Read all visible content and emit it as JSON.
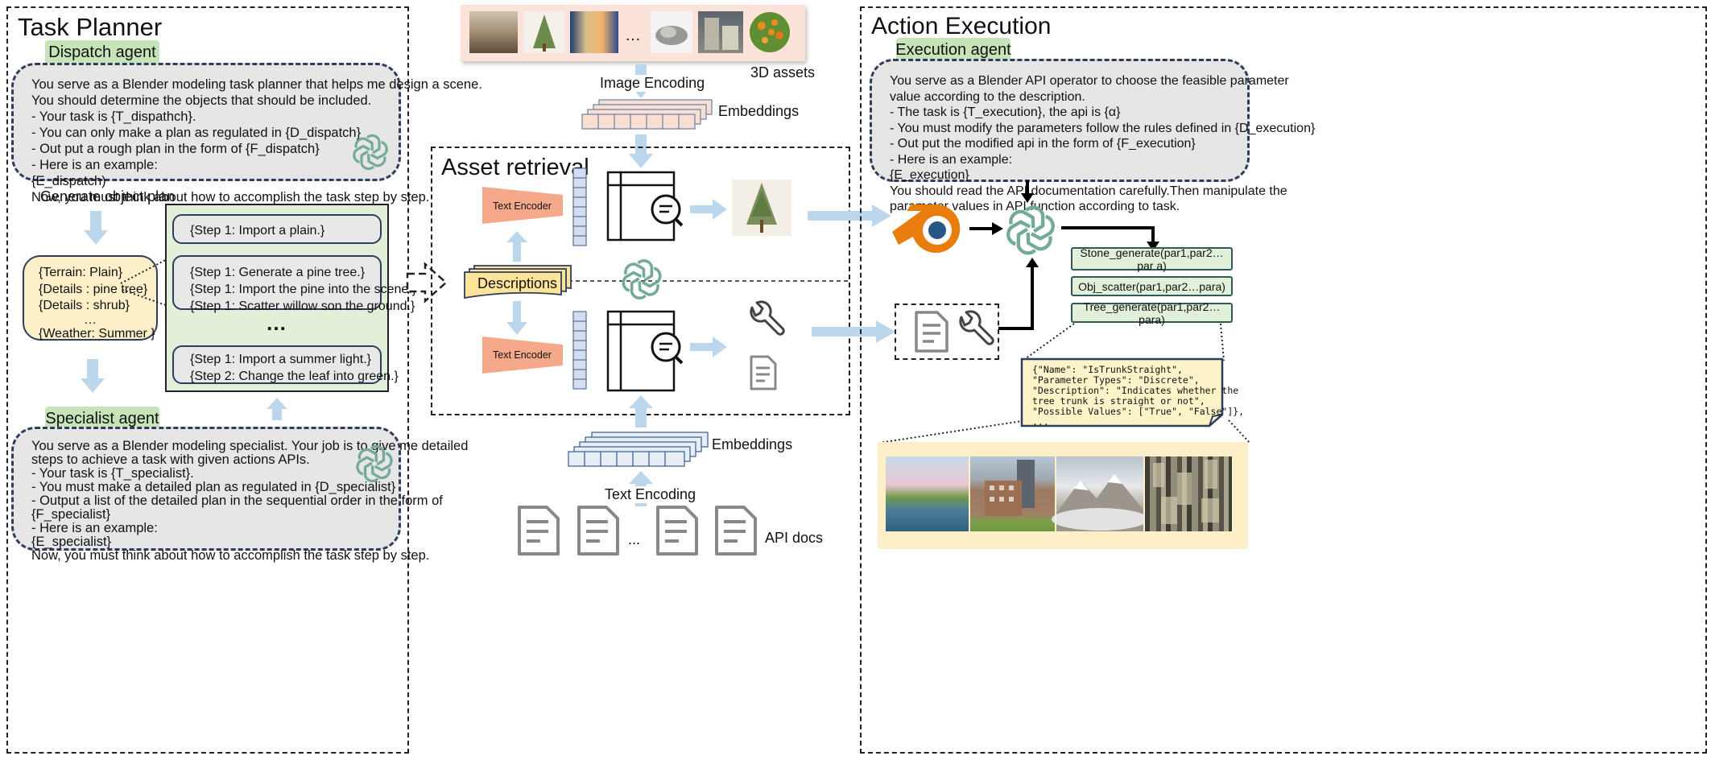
{
  "task_planner": {
    "title": "Task Planner",
    "dispatch_agent_label": "Dispatch agent",
    "dispatch_prompt": [
      "You serve as a Blender modeling task planner that helps me design a scene.",
      "You should determine the objects that should be included.",
      "- Your task is {T_dispathch}.",
      "- You can only make a plan as regulated in {D_dispatch}",
      "- Out put a rough plan in the form of {F_dispatch}",
      "- Here is an example:",
      "{E_dispatch)",
      "Now, you must think about how to accomplish the task step by step."
    ],
    "generate_label": "Generate object plan",
    "plan_lines": [
      "{Terrain: Plain}",
      "{Details : pine tree}",
      "{Details : shrub}",
      "…",
      "{Weather: Summer }"
    ],
    "steps": [
      {
        "lines": [
          "{Step 1: Import a plain.}"
        ]
      },
      {
        "lines": [
          "{Step 1: Generate a pine tree.}",
          "{Step 1: Import the pine into the scene.}",
          "{Step 1: Scatter willow son the ground.}"
        ]
      },
      {
        "lines": [
          "{Step 1: Import a summer light.}",
          "{Step 2: Change the leaf into green.}"
        ]
      }
    ],
    "steps_ellipsis": "…",
    "specialist_agent_label": "Specialist agent",
    "specialist_prompt": [
      "You serve as a Blender modeling specialist. Your job is to give me detailed",
      "steps to achieve a task with given actions APIs.",
      "- Your task is {T_specialist}.",
      "- You must make a detailed plan as regulated in {D_specialist}",
      "- Output a list of the detailed plan in the sequential order in the form of",
      "{F_specialist}",
      "- Here is an example:",
      "{E_specialist}",
      "Now, you must think about how to accomplish the task step by step."
    ]
  },
  "asset_retrieval": {
    "title": "Asset retrieval",
    "assets_ellipsis": "…",
    "assets_label": "3D assets",
    "image_encoding": "Image Encoding",
    "embeddings_top": "Embeddings",
    "text_encoder_top": "Text Encoder",
    "text_encoder_bottom": "Text Encoder",
    "descriptions": "Descriptions",
    "embeddings_bottom": "Embeddings",
    "text_encoding": "Text Encoding",
    "api_docs_ellipsis": "...",
    "api_docs_label": "API docs"
  },
  "action_execution": {
    "title": "Action Execution",
    "execution_agent_label": "Execution agent",
    "execution_prompt": [
      "You serve as a Blender API operator to choose the feasible parameter",
      "value according to the description.",
      "- The task is {T_execution}, the api is {α}",
      "- You must modify the parameters follow the rules defined in {D_execution}",
      "- Out put the modified api in the form of {F_execution}",
      "- Here is an example:",
      "{E_execution}",
      "You should read the API documentation carefully.Then manipulate the",
      "parameter values in API function according to task."
    ],
    "api_functions": [
      "Stone_generate(par1,par2…par a)",
      "Obj_scatter(par1,par2…para)",
      "Tree_generate(par1,par2…para)"
    ],
    "json_note": [
      "{\"Name\": \"IsTrunkStraight\",",
      "\"Parameter Types\": \"Discrete\",",
      "\"Description\": \"Indicates whether the",
      "tree trunk is straight or not\",",
      "\"Possible Values\": [\"True\", \"False\"]},",
      "..."
    ]
  },
  "colors": {
    "arrow": "#bcd7ec",
    "green_label": "#c7e3b8",
    "prompt_bg": "#e6e6e6",
    "dash_border": "#2e3d5c",
    "plan_bg": "#fdf0c8",
    "encoder": "#f5a98a",
    "descriptions": "#fde49a",
    "embedding": "#f9dfd2",
    "embedding_bottom": "#e8eef6",
    "gpt": "#74aa9c",
    "blender_orange": "#e87d0d",
    "blender_blue": "#265787"
  }
}
